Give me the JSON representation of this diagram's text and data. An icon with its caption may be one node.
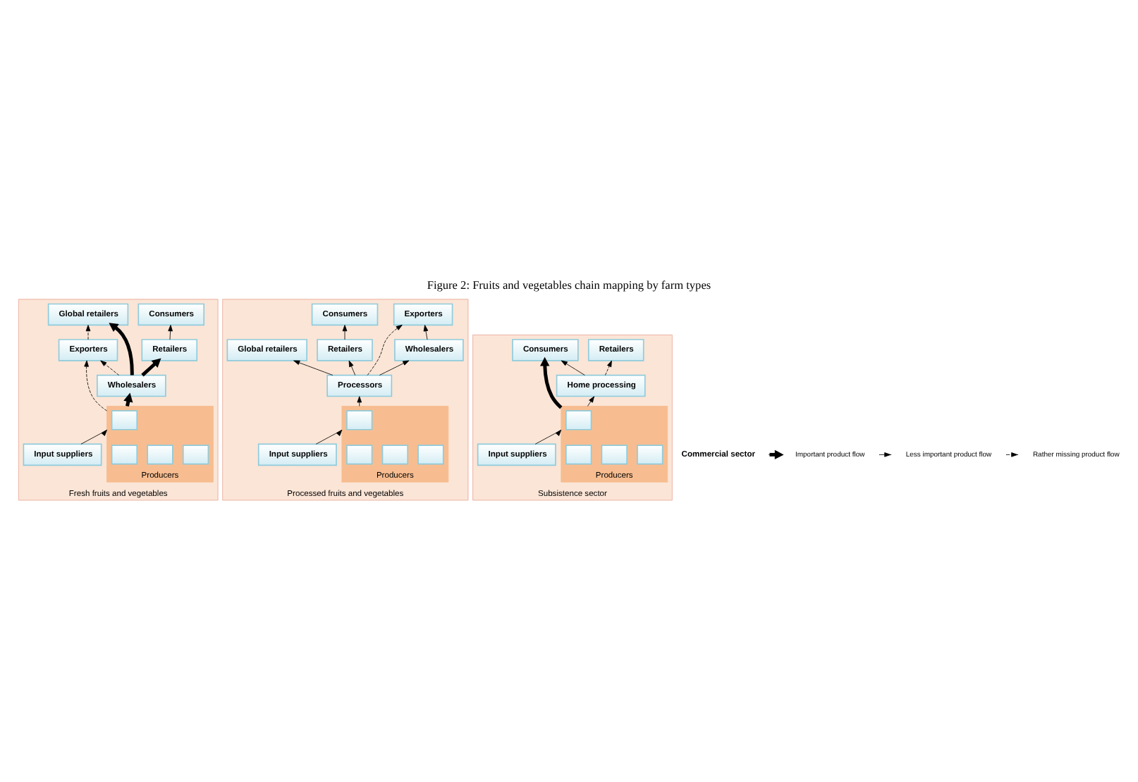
{
  "diagram": {
    "title": "Figure 2: Fruits and vegetables chain mapping by farm types",
    "nodes": [
      {
        "text": [
          "Fresh fruits and vegetables"
        ]
      },
      {
        "text": [
          "Global retailers"
        ],
        "in": 0
      },
      {
        "text": [
          "Consumers"
        ],
        "in": 0
      },
      {
        "text": [
          "Retailers"
        ],
        "in": 0
      },
      {
        "text": [
          "Exporters"
        ],
        "in": 0
      },
      {
        "text": [
          "Wholesalers"
        ],
        "in": 0
      },
      {
        "text": [
          "Producers"
        ],
        "in": 0
      },
      {
        "text": [],
        "shape": "box",
        "in": 6
      },
      {
        "text": [],
        "shape": "box",
        "in": 6
      },
      {
        "text": [],
        "shape": "box",
        "in": 6
      },
      {
        "text": [],
        "shape": "box",
        "in": 6
      },
      {
        "text": [
          "Input suppliers"
        ],
        "in": 0
      },
      {
        "text": [
          "Processed fruits and vegetables"
        ]
      },
      {
        "text": [
          "Global retailers"
        ],
        "in": 12
      },
      {
        "text": [
          "Consumers"
        ],
        "in": 12
      },
      {
        "text": [
          "Retailers"
        ],
        "in": 12
      },
      {
        "text": [
          "Exporters"
        ],
        "in": 12
      },
      {
        "text": [
          "Wholesalers"
        ],
        "in": 12
      },
      {
        "text": [
          "Processors"
        ],
        "in": 12
      },
      {
        "text": [
          "Producers"
        ],
        "in": 12
      },
      {
        "text": [],
        "shape": "box",
        "in": 19
      },
      {
        "text": [],
        "shape": "box",
        "in": 19
      },
      {
        "text": [],
        "shape": "box",
        "in": 19
      },
      {
        "text": [],
        "shape": "box",
        "in": 19
      },
      {
        "text": [
          "Input suppliers"
        ],
        "in": 12
      },
      {
        "text": [
          "Subsistence sector"
        ]
      },
      {
        "text": [
          "Consumers"
        ],
        "in": 25
      },
      {
        "text": [
          "Retailers"
        ],
        "in": 25
      },
      {
        "text": [
          "Home processing"
        ],
        "in": 25
      },
      {
        "text": [
          "Producers"
        ],
        "in": 25
      },
      {
        "text": [],
        "shape": "box",
        "in": 29
      },
      {
        "text": [],
        "shape": "box",
        "in": 29
      },
      {
        "text": [],
        "shape": "box",
        "in": 29
      },
      {
        "text": [],
        "shape": "box",
        "in": 29
      },
      {
        "text": [
          "Input suppliers"
        ],
        "in": 25
      }
    ],
    "edges": [
      {
        "from": 11,
        "to": 6,
        "arrow": "to"
      },
      {
        "from": 6,
        "to": 5,
        "arrow": "to",
        "style": "thick"
      },
      {
        "from": 6,
        "to": 4,
        "arrow": "to",
        "style": "dashed"
      },
      {
        "from": 5,
        "to": 4,
        "arrow": "to",
        "style": "dashed"
      },
      {
        "from": 4,
        "to": 1,
        "arrow": "to",
        "style": "dashed"
      },
      {
        "from": 5,
        "to": 1,
        "arrow": "to",
        "style": "thick"
      },
      {
        "from": 5,
        "to": 3,
        "arrow": "to",
        "style": "thick"
      },
      {
        "from": 3,
        "to": 2,
        "arrow": "to"
      },
      {
        "from": 24,
        "to": 19,
        "arrow": "to"
      },
      {
        "from": 19,
        "to": 18,
        "arrow": "to"
      },
      {
        "from": 18,
        "to": 16,
        "arrow": "to",
        "style": "dashed"
      },
      {
        "from": 18,
        "to": 17,
        "arrow": "to"
      },
      {
        "from": 17,
        "to": 16,
        "arrow": "to"
      },
      {
        "from": 18,
        "to": 13,
        "arrow": "to"
      },
      {
        "from": 18,
        "to": 15,
        "arrow": "to"
      },
      {
        "from": 15,
        "to": 14,
        "arrow": "to"
      },
      {
        "from": 34,
        "to": 29,
        "arrow": "to"
      },
      {
        "from": 29,
        "to": 26,
        "arrow": "to",
        "style": "thick"
      },
      {
        "from": 29,
        "to": 28,
        "arrow": "to"
      },
      {
        "from": 28,
        "to": 26,
        "arrow": "to"
      },
      {
        "from": 28,
        "to": 27,
        "arrow": "to",
        "style": "dashed"
      }
    ],
    "labels": [
      "Commercial sector"
    ],
    "legend": [
      {
        "text": "Important product flow"
      },
      {
        "text": "Less important product flow"
      },
      {
        "text": "Rather missing product flow"
      }
    ]
  }
}
